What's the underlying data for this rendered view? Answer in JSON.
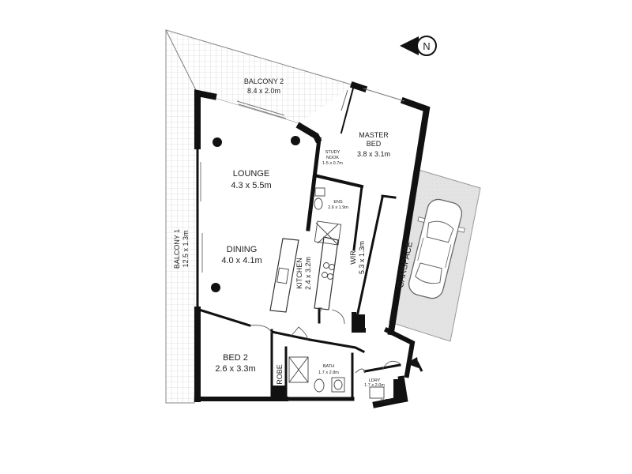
{
  "compass": {
    "label": "N"
  },
  "rooms": {
    "balcony2": {
      "name": "BALCONY 2",
      "size": "8.4 x 2.0m"
    },
    "balcony1": {
      "name": "BALCONY 1",
      "size": "12.5 x 1.3m"
    },
    "master_bed": {
      "name_line1": "MASTER",
      "name_line2": "BED",
      "size": "3.8 x 3.1m"
    },
    "study_nook": {
      "name_line1": "STUDY",
      "name_line2": "NOOK",
      "size": "1.5 x 0.7m"
    },
    "lounge": {
      "name": "LOUNGE",
      "size": "4.3 x 5.5m"
    },
    "ens": {
      "name": "ENS",
      "size": "2.6 x 1.9m"
    },
    "dining": {
      "name": "DINING",
      "size": "4.0 x 4.1m"
    },
    "kitchen": {
      "name": "KITCHEN",
      "size": "2.4 x 3.2m"
    },
    "wir": {
      "name": "WIR",
      "size": "5.3 x 1.3m"
    },
    "carspace": {
      "name": "CARSPACE"
    },
    "fridge": {
      "name": "F"
    },
    "bed2": {
      "name": "BED 2",
      "size": "2.6 x 3.3m"
    },
    "robe": {
      "name": "ROBE"
    },
    "bath": {
      "name": "BATH",
      "size": "1.7 x 2.8m"
    },
    "ldry": {
      "name": "LDRY",
      "size": "1.7 x 2.0m"
    },
    "wm": {
      "name": "WM"
    }
  }
}
